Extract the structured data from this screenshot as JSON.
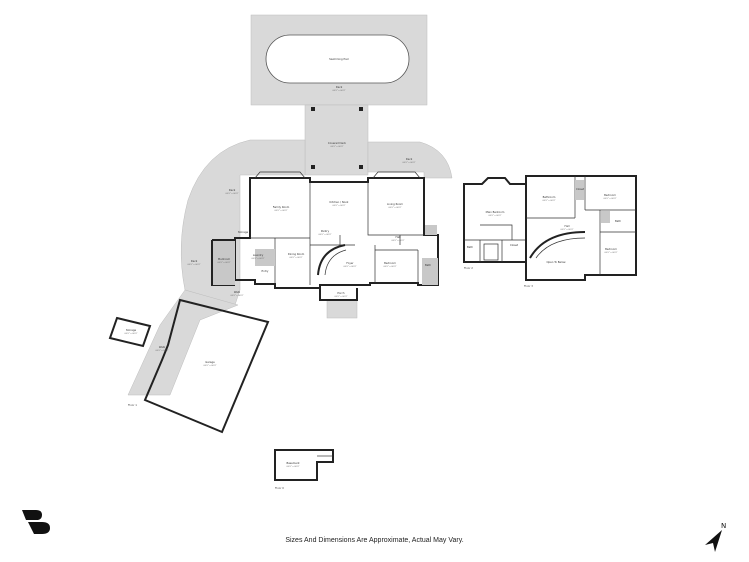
{
  "disclaimer": "Sizes And Dimensions Are Approximate, Actual May Vary.",
  "compass": {
    "letter": "N",
    "icon": "north-arrow-icon"
  },
  "logo": {
    "icon": "brand-logo-icon"
  },
  "colors": {
    "deck": "#d9d9d9",
    "wall": "#222222",
    "background": "#ffffff"
  },
  "floors": [
    {
      "name": "Floor 1"
    },
    {
      "name": "Floor 2"
    },
    {
      "name": "Floor 3"
    },
    {
      "name": "Floor 0"
    }
  ],
  "rooms": {
    "swimming_pool": "Swimming Pool",
    "deck_top": "Deck",
    "covered_deck": "Covered Deck",
    "deck_right": "Deck",
    "deck_left": "Deck",
    "deck_left2": "Deck",
    "family_room": "Family Room",
    "kitchen_nook": "Kitchen / Nook",
    "living_room": "Living Room",
    "pantry": "Pantry",
    "storage": "Storage",
    "laundry": "Laundry",
    "dining_room": "Dining Room",
    "foyer": "Foyer",
    "bedroom_main": "Bedroom",
    "office": "Office",
    "hall_main": "Hall",
    "bath_main": "Bath",
    "mudroom": "Mudroom",
    "entry": "Entry",
    "porch": "Porch",
    "garage": "Garage",
    "storage_garage": "Storage",
    "walk": "Walk",
    "primary_bedroom": "Main Bedroom",
    "bath_f2": "Bath",
    "closet_f2": "Closet",
    "bathroom_f3": "Bathroom",
    "bedroom_f3a": "Bedroom",
    "bedroom_f3b": "Bedroom",
    "hall_f3": "Hall",
    "open_to_below": "Open To Below",
    "bath_f3": "Bath",
    "closet_f3": "Closet",
    "basement": "Basement"
  },
  "dims": "00'0\" x 00'0\""
}
